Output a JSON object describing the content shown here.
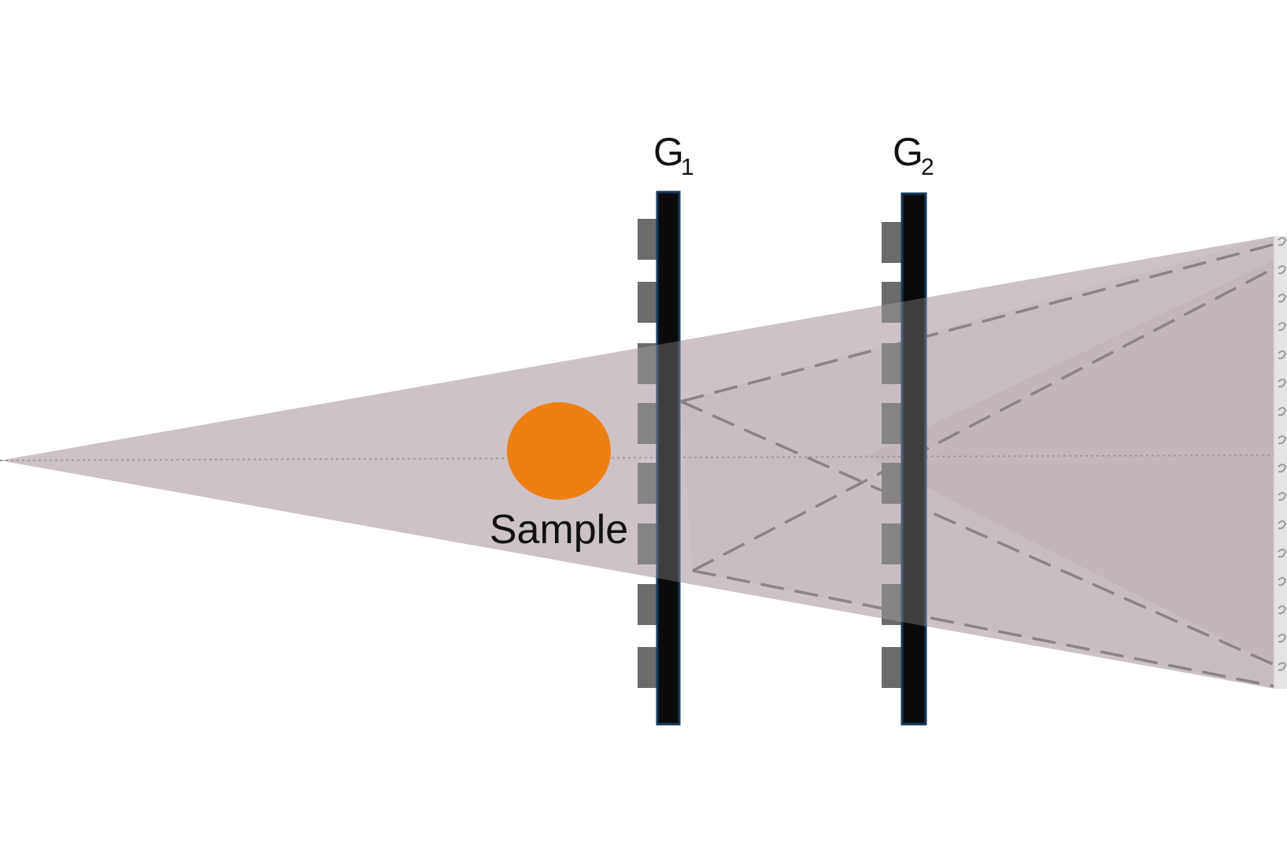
{
  "diagram": {
    "colors": {
      "beam": "#cdc2c8",
      "beam_overlap": "#b9aeb4",
      "detector_region": "#aea3a9",
      "grating_bar": "#0a0a0a",
      "grating_border": "#14395a",
      "grating_tooth": "#6b6b6b",
      "sample": "#ee8011",
      "dashed": "#6f6a6d",
      "axis": "#8a8a8a"
    },
    "sample": {
      "label": "Sample"
    },
    "gratings": [
      {
        "id": "g1",
        "letter": "G",
        "subscript": "1"
      },
      {
        "id": "g2",
        "letter": "G",
        "subscript": "2"
      }
    ]
  }
}
